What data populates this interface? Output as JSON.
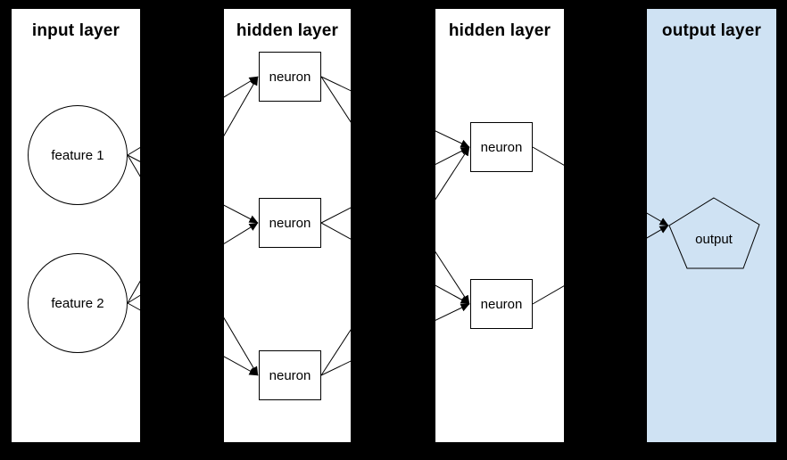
{
  "layers": [
    {
      "title": "input layer",
      "panel_color": "#ffffff",
      "nodes": [
        {
          "id": "f1",
          "label": "feature 1",
          "shape": "circle"
        },
        {
          "id": "f2",
          "label": "feature 2",
          "shape": "circle"
        }
      ]
    },
    {
      "title": "hidden layer",
      "panel_color": "#ffffff",
      "nodes": [
        {
          "id": "h1n1",
          "label": "neuron",
          "shape": "rect"
        },
        {
          "id": "h1n2",
          "label": "neuron",
          "shape": "rect"
        },
        {
          "id": "h1n3",
          "label": "neuron",
          "shape": "rect"
        }
      ]
    },
    {
      "title": "hidden layer",
      "panel_color": "#ffffff",
      "nodes": [
        {
          "id": "h2n1",
          "label": "neuron",
          "shape": "rect"
        },
        {
          "id": "h2n2",
          "label": "neuron",
          "shape": "rect"
        }
      ]
    },
    {
      "title": "output layer",
      "panel_color": "#cfe2f3",
      "nodes": [
        {
          "id": "out",
          "label": "output",
          "shape": "pentagon"
        }
      ]
    }
  ],
  "edges": [
    [
      "f1",
      "h1n1"
    ],
    [
      "f1",
      "h1n2"
    ],
    [
      "f1",
      "h1n3"
    ],
    [
      "f2",
      "h1n1"
    ],
    [
      "f2",
      "h1n2"
    ],
    [
      "f2",
      "h1n3"
    ],
    [
      "h1n1",
      "h2n1"
    ],
    [
      "h1n1",
      "h2n2"
    ],
    [
      "h1n2",
      "h2n1"
    ],
    [
      "h1n2",
      "h2n2"
    ],
    [
      "h1n3",
      "h2n1"
    ],
    [
      "h1n3",
      "h2n2"
    ],
    [
      "h2n1",
      "out"
    ],
    [
      "h2n2",
      "out"
    ]
  ],
  "colors": {
    "background": "#000000",
    "panel": "#ffffff",
    "output_panel": "#cfe2f3",
    "stroke": "#000000"
  }
}
